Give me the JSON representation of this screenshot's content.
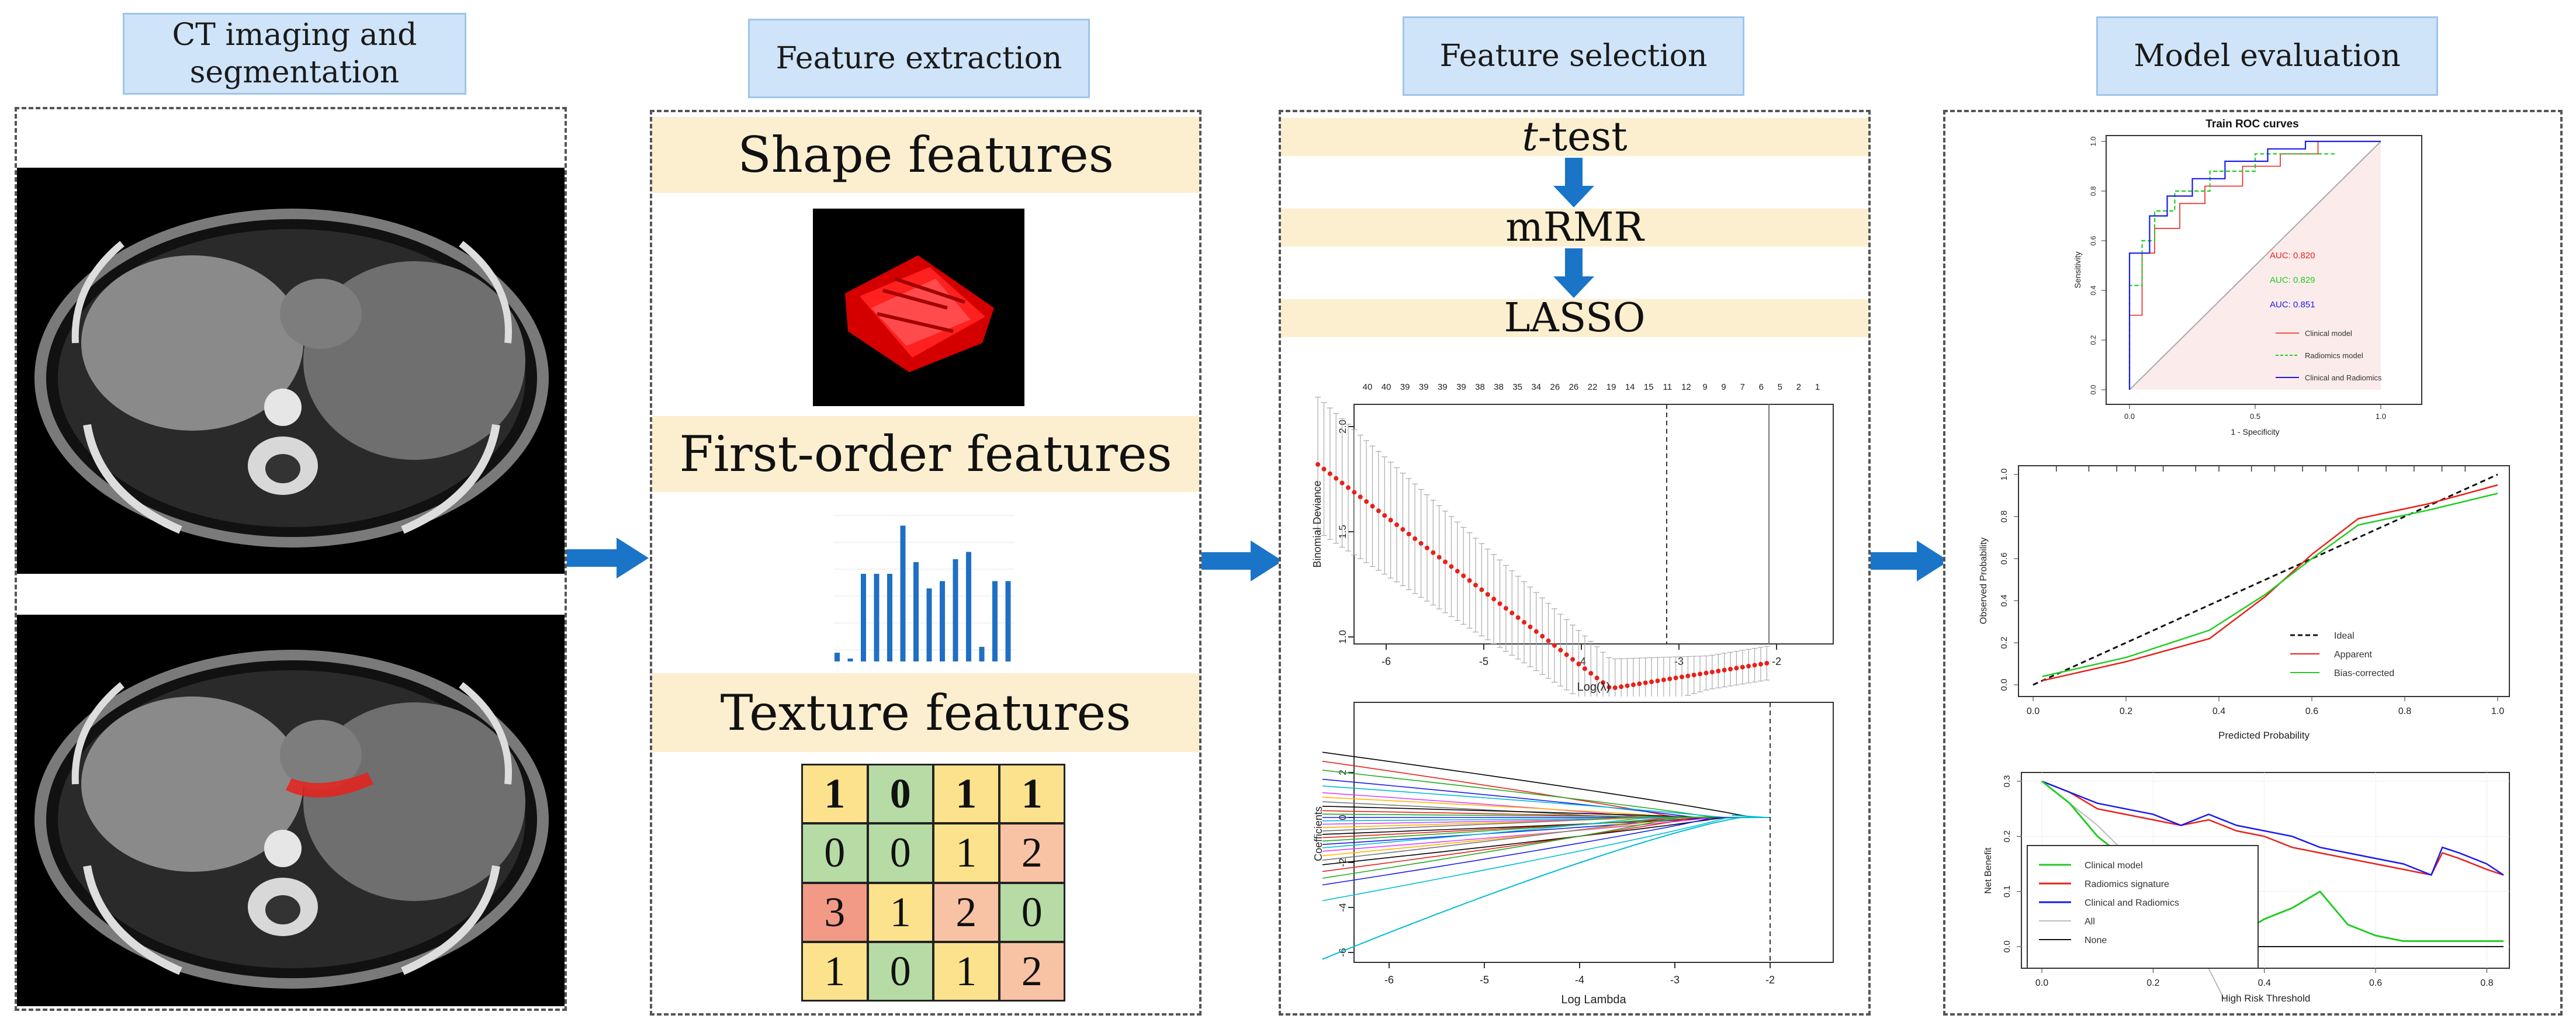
{
  "headers": {
    "ct": "CT imaging and segmentation",
    "extraction": "Feature extraction",
    "selection": "Feature selection",
    "evaluation": "Model evaluation"
  },
  "extraction": {
    "shape": "Shape features",
    "first_order": "First-order features",
    "texture": "Texture features",
    "histogram_values": [
      0.06,
      0.02,
      0.6,
      0.6,
      0.6,
      0.93,
      0.68,
      0.5,
      0.55,
      0.7,
      0.75,
      0.1,
      0.55,
      0.55
    ],
    "texture_grid": [
      [
        "1",
        "0",
        "1",
        "1"
      ],
      [
        "0",
        "0",
        "1",
        "2"
      ],
      [
        "3",
        "1",
        "2",
        "0"
      ],
      [
        "1",
        "0",
        "1",
        "2"
      ]
    ],
    "texture_colors": [
      [
        "#fce28c",
        "#b6dba4",
        "#fce28c",
        "#fce28c"
      ],
      [
        "#b6dba4",
        "#b6dba4",
        "#fce28c",
        "#f8c3a4"
      ],
      [
        "#f29a86",
        "#fce28c",
        "#f8c3a4",
        "#b6dba4"
      ],
      [
        "#fce28c",
        "#b6dba4",
        "#fce28c",
        "#f8c3a4"
      ]
    ],
    "texture_bold_row": 0
  },
  "selection": {
    "step1_italic": "t",
    "step1_rest": "-test",
    "step2": "mRMR",
    "step3": "LASSO",
    "cv_top_ticks": [
      "40",
      "40",
      "39",
      "39",
      "39",
      "39",
      "38",
      "38",
      "35",
      "34",
      "26",
      "26",
      "22",
      "19",
      "14",
      "15",
      "11",
      "12",
      "9",
      "9",
      "7",
      "6",
      "5",
      "2",
      "1"
    ],
    "cv_ylabel": "Binomial Deviance",
    "cv_xlabel": "Log(λ)",
    "cv_xticks": [
      "-6",
      "-5",
      "-4",
      "-3",
      "-2"
    ],
    "cv_yticks": [
      "2.0",
      "1.5",
      "1.0"
    ],
    "coef_ylabel": "Coefficients",
    "coef_xlabel": "Log Lambda",
    "coef_xticks": [
      "-6",
      "-5",
      "-4",
      "-3",
      "-2"
    ],
    "coef_yticks": [
      "2",
      "0",
      "-2",
      "-4",
      "-6"
    ]
  },
  "evaluation": {
    "roc_title": "Train ROC curves",
    "roc_ylabel": "Sensitivity",
    "roc_xlabel": "1 - Specificity",
    "roc_ticks": [
      "0.0",
      "0.2",
      "0.4",
      "0.6",
      "0.8",
      "1.0"
    ],
    "roc_xticks": [
      "0.0",
      "0.5",
      "1.0"
    ],
    "auc_clinical": "AUC: 0.820",
    "auc_radiomics": "AUC: 0.829",
    "auc_combined": "AUC: 0.851",
    "roc_legend": [
      "Clinical model",
      "Radiomics model",
      "Clinical and Radiomics"
    ],
    "cal_ylabel": "Observed Probability",
    "cal_xlabel": "Predicted Probability",
    "cal_ticks": [
      "0.0",
      "0.2",
      "0.4",
      "0.6",
      "0.8",
      "1.0"
    ],
    "cal_legend": [
      "Ideal",
      "Apparent",
      "Bias-corrected"
    ],
    "dca_ylabel": "Net Benefit",
    "dca_xlabel": "High Risk Threshold",
    "dca_xticks": [
      "0.0",
      "0.2",
      "0.4",
      "0.6",
      "0.8"
    ],
    "dca_yticks": [
      "0.3",
      "0.2",
      "0.1",
      "0.0"
    ],
    "dca_legend": [
      "Clinical model",
      "Radiomics signature",
      "Clinical and Radiomics",
      "All",
      "None"
    ]
  },
  "colors": {
    "arrow": "#1a75c8",
    "red": "#e8211b",
    "green": "#22cc22",
    "blue": "#1a1aee"
  }
}
